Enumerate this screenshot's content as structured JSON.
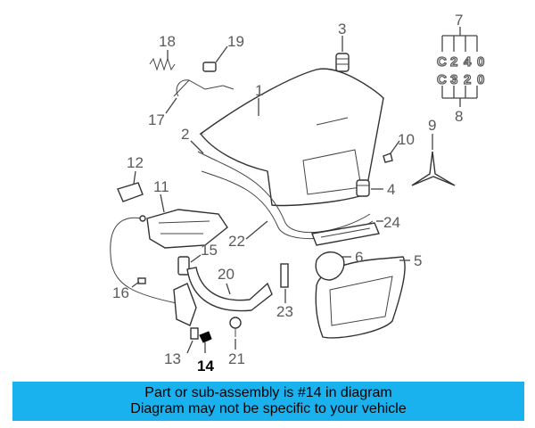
{
  "diagram": {
    "callouts": {
      "n1": "1",
      "n2": "2",
      "n3": "3",
      "n4": "4",
      "n5": "5",
      "n6": "6",
      "n7": "7",
      "n8": "8",
      "n9": "9",
      "n10": "10",
      "n11": "11",
      "n12": "12",
      "n13": "13",
      "n14": "14",
      "n15": "15",
      "n16": "16",
      "n17": "17",
      "n18": "18",
      "n19": "19",
      "n20": "20",
      "n21": "21",
      "n22": "22",
      "n23": "23",
      "n24": "24"
    },
    "highlighted_part": "14",
    "badge_top": [
      "C",
      "2",
      "4",
      "0"
    ],
    "badge_bottom": [
      "C",
      "3",
      "2",
      "0"
    ]
  },
  "banner": {
    "line1": "Part or sub-assembly is #14 in diagram",
    "line2": "Diagram may not be specific to your vehicle"
  },
  "colors": {
    "banner_bg": "#19b2ef",
    "highlight": "#000000"
  }
}
